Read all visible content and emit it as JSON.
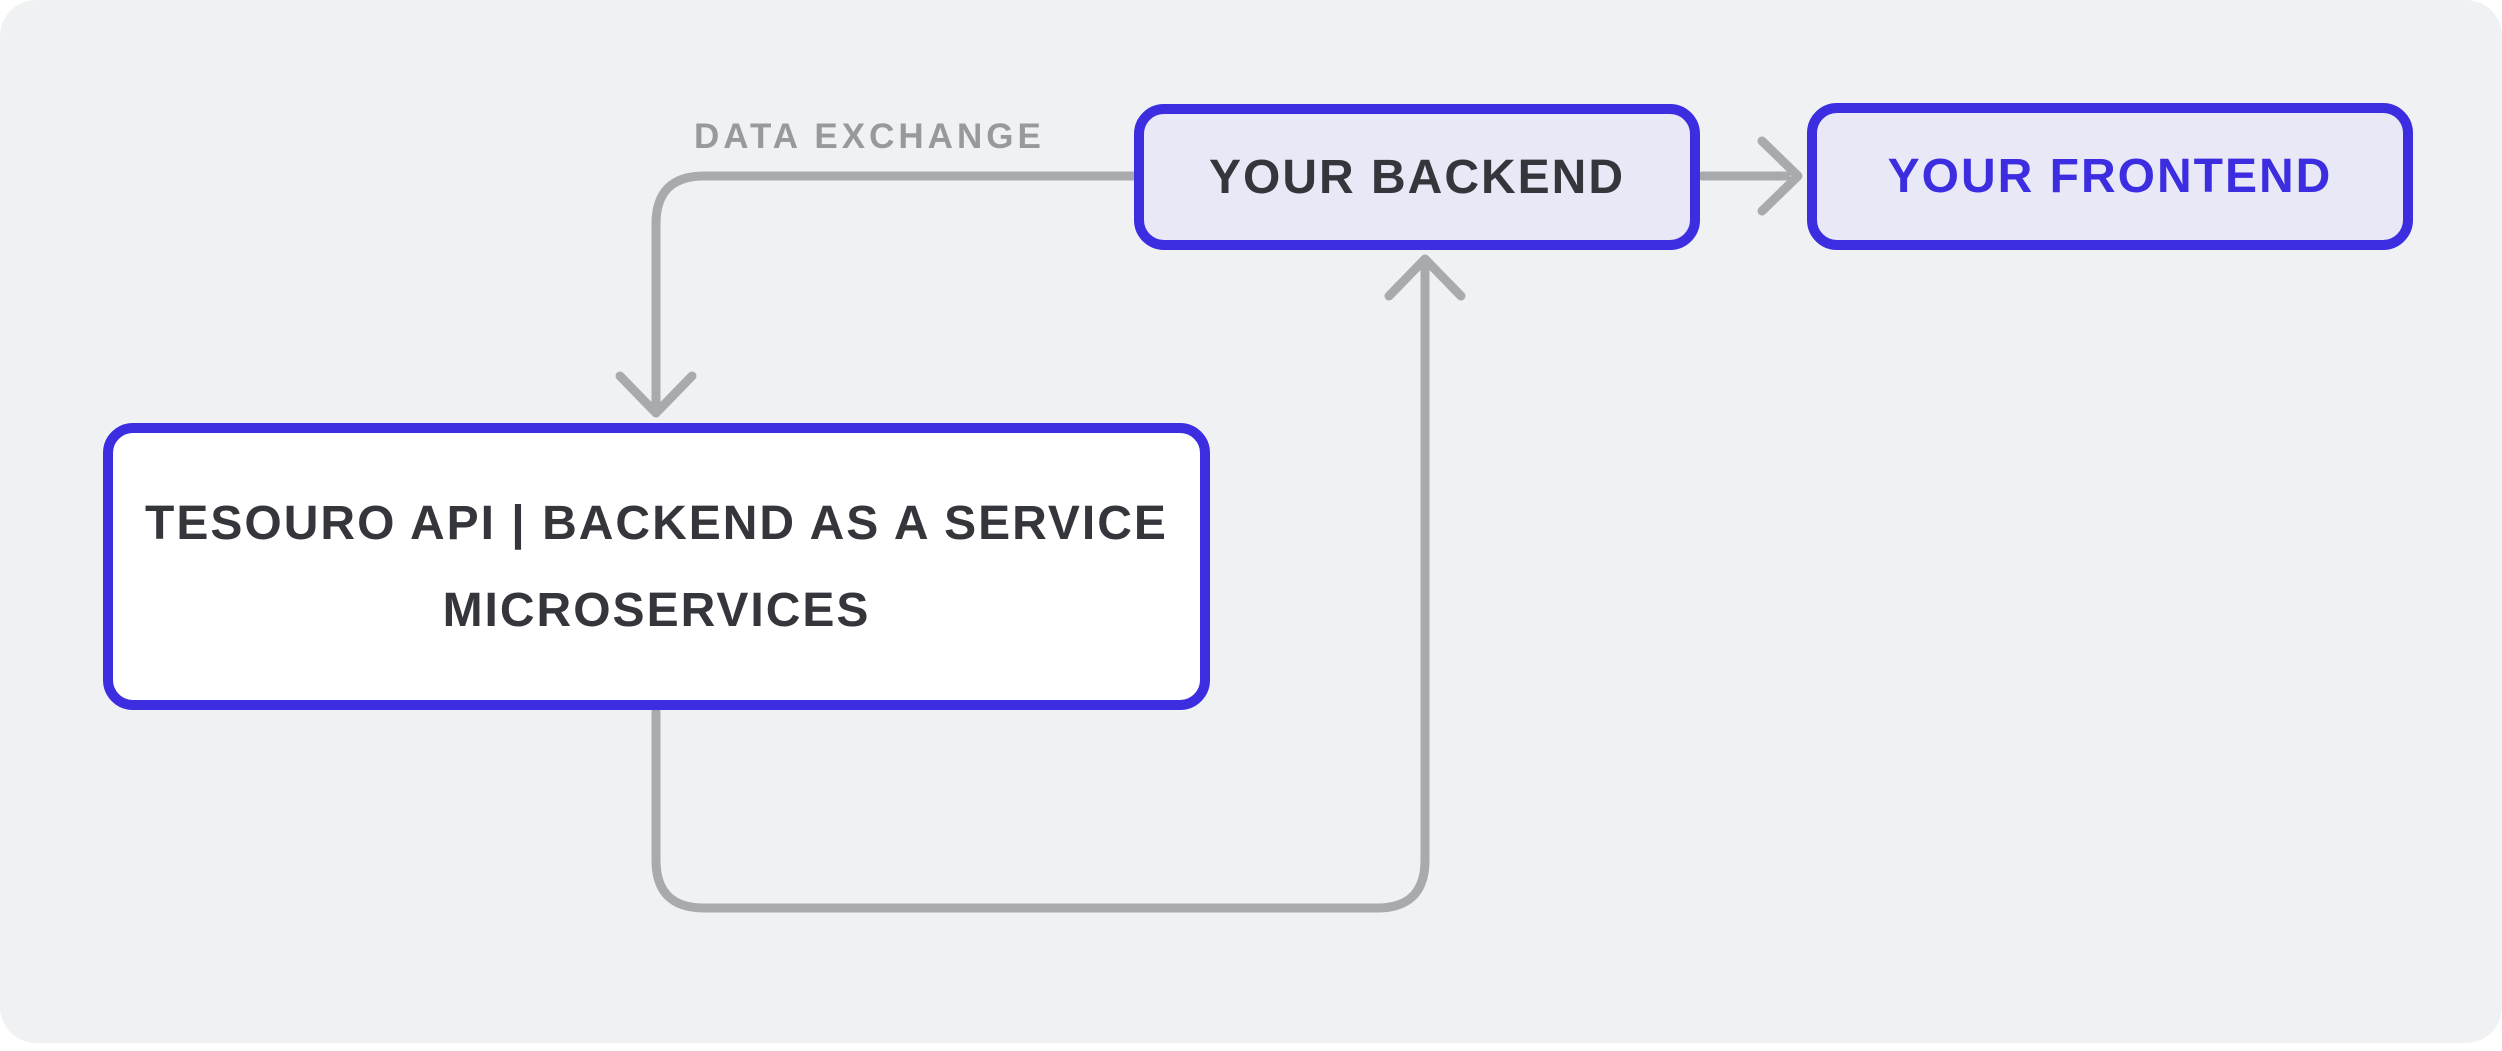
{
  "diagram": {
    "data_exchange_label": "DATA EXCHANGE",
    "nodes": {
      "backend": {
        "label": "YOUR BACKEND"
      },
      "frontend": {
        "label": "YOUR FRONTEND"
      },
      "baas": {
        "line1": "TESOURO API | BACKEND AS A SERVICE",
        "line2": "MICROSERVICES"
      }
    },
    "connectors": [
      {
        "name": "data-exchange-arrow",
        "from": "YOUR BACKEND",
        "to": "TESOURO API | BACKEND AS A SERVICE MICROSERVICES",
        "label": "DATA EXCHANGE"
      },
      {
        "name": "api-response-arrow",
        "from": "TESOURO API | BACKEND AS A SERVICE MICROSERVICES",
        "to": "YOUR BACKEND",
        "label": ""
      },
      {
        "name": "backend-to-frontend-arrow",
        "from": "YOUR BACKEND",
        "to": "YOUR FRONTEND",
        "label": ""
      }
    ],
    "colors": {
      "accent_blue": "#3c2de0",
      "node_fill_lavender": "#e8e8f6",
      "node_fill_white": "#ffffff",
      "connector_gray": "#a8aaad",
      "label_gray": "#97999d",
      "text_dark": "#34363c",
      "canvas_gray": "#eff1f3",
      "page_white": "#ffffff"
    }
  }
}
